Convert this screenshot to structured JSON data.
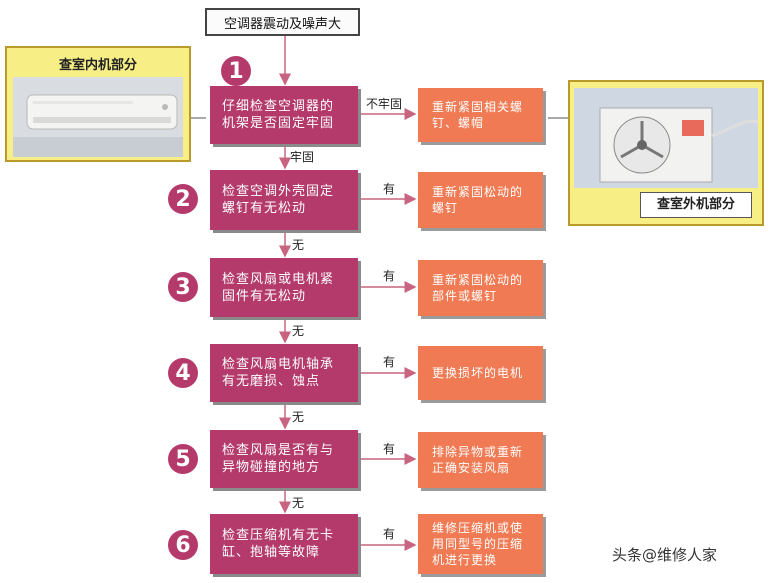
{
  "flow": {
    "title": "空调器震动及噪声大",
    "steps": [
      {
        "number": "1",
        "text": "仔细检查空调器的机架是否固定牢固",
        "branch_right": "不牢固",
        "action": "重新紧固相关螺钉、螺帽",
        "branch_down": "牢固"
      },
      {
        "number": "2",
        "text": "检查空调外壳固定螺钉有无松动",
        "branch_right": "有",
        "action": "重新紧固松动的螺钉",
        "branch_down": "无"
      },
      {
        "number": "3",
        "text": "检查风扇或电机紧固件有无松动",
        "branch_right": "有",
        "action": "重新紧固松动的部件或螺钉",
        "branch_down": "无"
      },
      {
        "number": "4",
        "text": "检查风扇电机轴承有无磨损、蚀点",
        "branch_right": "有",
        "action": "更换损坏的电机",
        "branch_down": "无"
      },
      {
        "number": "5",
        "text": "检查风扇是否有与异物碰撞的地方",
        "branch_right": "有",
        "action": "排除异物或重新正确安装风扇",
        "branch_down": "无"
      },
      {
        "number": "6",
        "text": "检查压缩机有无卡缸、抱轴等故障",
        "branch_right": "有",
        "action": "维修压缩机或使用同型号的压缩机进行更换"
      }
    ]
  },
  "photos": {
    "indoor_caption": "查室内机部分",
    "outdoor_caption": "查室外机部分"
  },
  "watermark": "头条@维修人家",
  "colors": {
    "step": "#b43a6b",
    "action": "#f07a53",
    "arrow": "#c8647f",
    "frame": "#f7ef86"
  }
}
